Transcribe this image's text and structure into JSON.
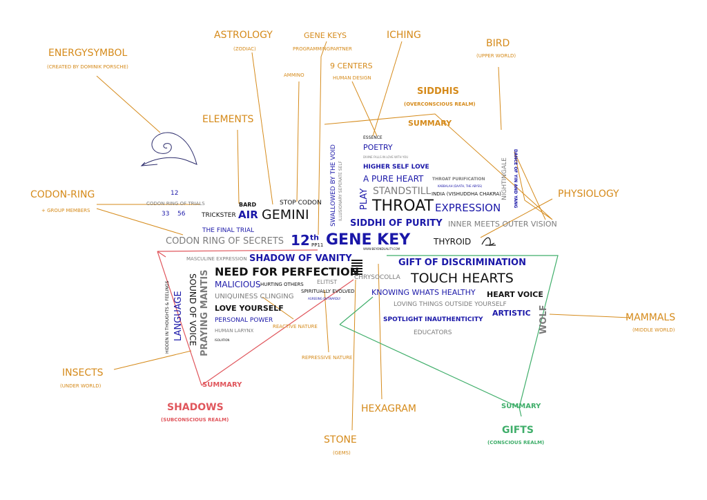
{
  "outer": {
    "energysymbol": "ENERGYSYMBOL",
    "energysymbol_sub": "(CREATED BY DOMINIK PORSCHE)",
    "astrology": "ASTROLOGY",
    "astrology_sub": "(ZODIAC)",
    "gene_keys": "GENE KEYS",
    "gene_keys_sub": "PROGRAMMINGPARTNER",
    "iching": "ICHING",
    "bird": "BIRD",
    "bird_sub": "(UPPER WORLD)",
    "ammino": "AMMINO",
    "nine_centers": "9 CENTERS",
    "nine_centers_sub": "HUMAN DESIGN",
    "siddhis": "SIDDHIS",
    "siddhis_sub": "(OVERCONSCIOUS REALM)",
    "siddhis_summary": "SUMMARY",
    "elements": "ELEMENTS",
    "codon_ring": "CODON-RING",
    "codon_ring_sub": "+ GROUP MEMBERS",
    "physiology": "PHYSIOLOGY",
    "mammals": "MAMMALS",
    "mammals_sub": "(MIDDLE WORLD)",
    "insects": "INSECTS",
    "insects_sub": "(UNDER WORLD)",
    "shadows_summary": "SUMMARY",
    "shadows": "SHADOWS",
    "shadows_sub": "(SUBCONSCIOUS REALM)",
    "hexagram": "HEXAGRAM",
    "stone": "STONE",
    "stone_sub": "(GEMS)",
    "gifts_summary": "SUMMARY",
    "gifts": "GIFTS",
    "gifts_sub": "(CONSCIOUS REALM)",
    "repressive_nature": "REPRESSIVE NATURE",
    "reactive_nature": "REACTIVE NATURE"
  },
  "center": {
    "codon_12": "12",
    "codon_ring_of_trials": "CODON RING OF TRIALS",
    "codon_33": "33",
    "codon_56": "56",
    "trickster": "TRICKSTER",
    "bard": "BARD",
    "air": "AIR",
    "gemini": "GEMINI",
    "stop_codon": "STOP CODON",
    "the_final_trial": "THE FINAL TRIAL",
    "codon_ring_of_secrets": "CODON RING OF SECRETS",
    "twelfth": "12",
    "th": "th",
    "pp11": "PP11",
    "gene_key": "GENE KEY",
    "website": "WWW.BEYONDUALITY.COM",
    "thyroid": "THYROID",
    "swallowed": "SWALLOWED BY THE VOID",
    "illusionary": "ILLUSIONARY SEPERATE SELF",
    "essence": "ESSENCE",
    "poetry": "POETRY",
    "divine_falls": "DIVINE FALLS IN LOVE WITH YOU",
    "higher_self_love": "HIGHER SELF LOVE",
    "a_pure_heart": "A PURE HEART",
    "throat_purification": "THROAT PURIFICATION",
    "kabbalah": "KABBALAH (DAATH, THE ABYSS)",
    "play": "PLAY",
    "standstill": "STANDSTILL",
    "india": "INDIA (VISHUDDHA CHAKRA)",
    "throat": "THROAT",
    "expression": "EXPRESSION",
    "nightingale": "NIGHTINGALE",
    "dance": "DANCE OF YIN AND YANG",
    "siddhi_of_purity": "SIDDHI OF PURITY",
    "inner_meets_outer": "INNER MEETS OUTER VISION",
    "masculine": "MASCULINE EXPRESSION",
    "shadow_of_vanity": "SHADOW OF VANITY",
    "need_for_perfection": "NEED FOR PERFECTION",
    "malicious": "MALICIOUS",
    "hurting_others": "HURTING OTHERS",
    "elitist": "ELITIST",
    "chrysocolla": "CHRYSOCOLLA",
    "uniqueness": "UNIQUINESS CLINGING",
    "spiritually_evolved": "SPIRITUALLY EVOLVED",
    "agreeing": "AGREEING OUTWARDLY",
    "love_yourself": "LOVE YOURSELF",
    "personal_power": "PERSONAL POWER",
    "human_larynx": "HUMAN LARYNX",
    "isolation": "ISOLATION",
    "hidden": "HIDDEN IN THOUGHTS & FEELINGS",
    "language": "LANGUAGE",
    "sound_of_voice": "SOUND OF VOICE",
    "praying_mantis": "PRAYING MANTIS",
    "gift_of_discrimination": "GIFT OF DISCRIMINATION",
    "touch_hearts": "TOUCH HEARTS",
    "knowing_whats_healthy": "KNOWING WHATS HEALTHY",
    "heart_voice": "HEART VOICE",
    "loving_things": "LOVING THINGS OUTSIDE YOURSELF",
    "artistic": "ARTISTIC",
    "spotlight": "SPOTLIGHT INAUTHENTICITY",
    "educators": "EDUCATORS",
    "wolf": "WOLF"
  },
  "colors": {
    "orange": "#d58a1a",
    "blue": "#1a17a8",
    "red": "#e0565c",
    "green": "#3fae6a",
    "gray": "#7c7c7c",
    "black": "#111111"
  },
  "icons": [
    "energy-spiral-icon",
    "hexagram-icon",
    "signature-icon"
  ]
}
